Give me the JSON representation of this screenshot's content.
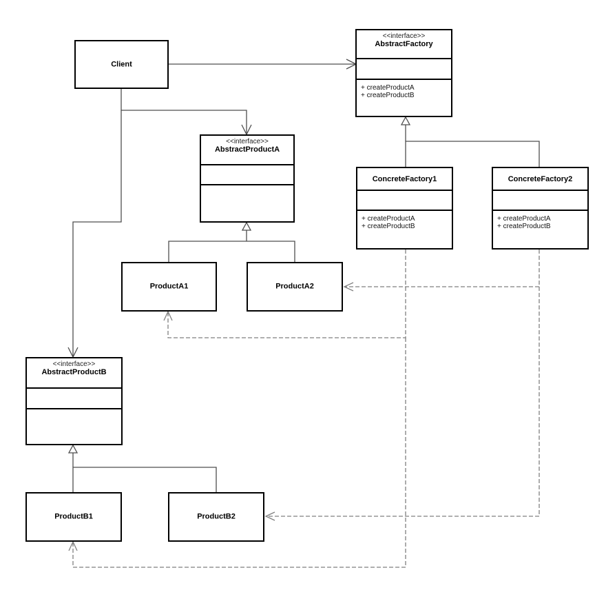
{
  "colors": {
    "line": "#4d4d4d",
    "dashed": "#7f7f7f",
    "box_border": "#000000",
    "background": "#ffffff"
  },
  "classes": {
    "client": {
      "name": "Client"
    },
    "abstract_factory": {
      "stereotype": "<<interface>>",
      "name": "AbstractFactory",
      "operations": [
        "+ createProductA",
        "+ createProductB"
      ]
    },
    "abstract_product_a": {
      "stereotype": "<<interface>>",
      "name": "AbstractProductA"
    },
    "abstract_product_b": {
      "stereotype": "<<interface>>",
      "name": "AbstractProductB"
    },
    "concrete_factory_1": {
      "name": "ConcreteFactory1",
      "operations": [
        "+ createProductA",
        "+ createProductB"
      ]
    },
    "concrete_factory_2": {
      "name": "ConcreteFactory2",
      "operations": [
        "+ createProductA",
        "+ createProductB"
      ]
    },
    "product_a1": {
      "name": "ProductA1"
    },
    "product_a2": {
      "name": "ProductA2"
    },
    "product_b1": {
      "name": "ProductB1"
    },
    "product_b2": {
      "name": "ProductB2"
    }
  },
  "relations": [
    {
      "type": "association",
      "from": "Client",
      "to": "AbstractFactory"
    },
    {
      "type": "association",
      "from": "Client",
      "to": "AbstractProductA"
    },
    {
      "type": "association",
      "from": "Client",
      "to": "AbstractProductB"
    },
    {
      "type": "realization",
      "from": "ConcreteFactory1",
      "to": "AbstractFactory"
    },
    {
      "type": "realization",
      "from": "ConcreteFactory2",
      "to": "AbstractFactory"
    },
    {
      "type": "realization",
      "from": "ProductA1",
      "to": "AbstractProductA"
    },
    {
      "type": "realization",
      "from": "ProductA2",
      "to": "AbstractProductA"
    },
    {
      "type": "realization",
      "from": "ProductB1",
      "to": "AbstractProductB"
    },
    {
      "type": "realization",
      "from": "ProductB2",
      "to": "AbstractProductB"
    },
    {
      "type": "dependency",
      "from": "ConcreteFactory1",
      "to": "ProductA1"
    },
    {
      "type": "dependency",
      "from": "ConcreteFactory1",
      "to": "ProductB1"
    },
    {
      "type": "dependency",
      "from": "ConcreteFactory2",
      "to": "ProductA2"
    },
    {
      "type": "dependency",
      "from": "ConcreteFactory2",
      "to": "ProductB2"
    }
  ]
}
